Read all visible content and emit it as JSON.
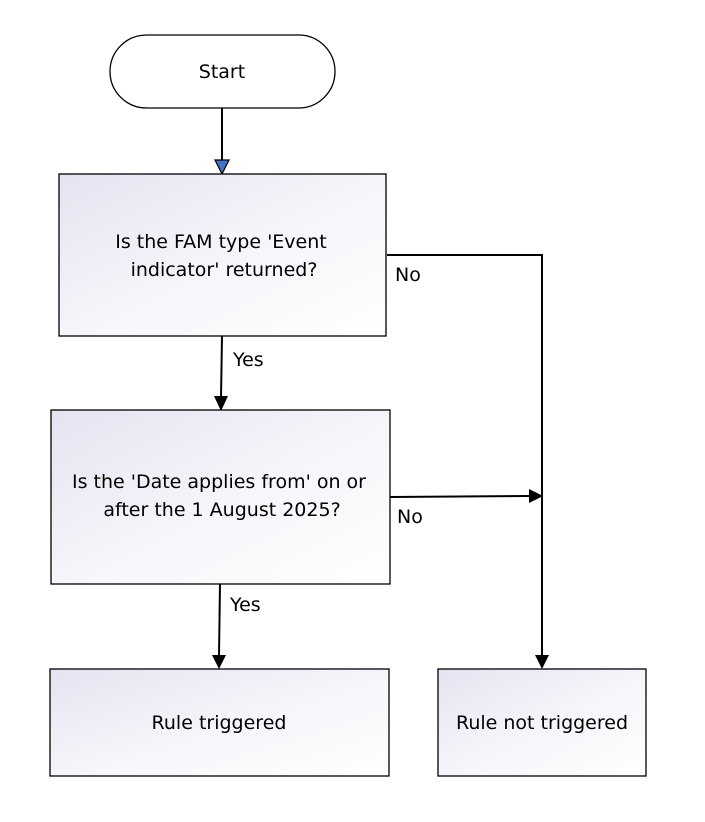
{
  "nodes": {
    "start": "Start",
    "decision_1": [
      "Is the FAM type 'Event",
      "indicator' returned?"
    ],
    "decision_2": [
      "Is the 'Date applies from' on or",
      "after the 1 August 2025?"
    ],
    "rule_triggered": "Rule triggered",
    "rule_not_triggered": "Rule not triggered"
  },
  "edges": {
    "decision_1_yes": "Yes",
    "decision_1_no": "No",
    "decision_2_yes": "Yes",
    "decision_2_no": "No"
  },
  "colors": {
    "box_fill_light": "#ffffff",
    "box_fill_dark": "#e6e6f2",
    "stroke": "#000000",
    "start_arrow_fill": "#4472c4"
  }
}
